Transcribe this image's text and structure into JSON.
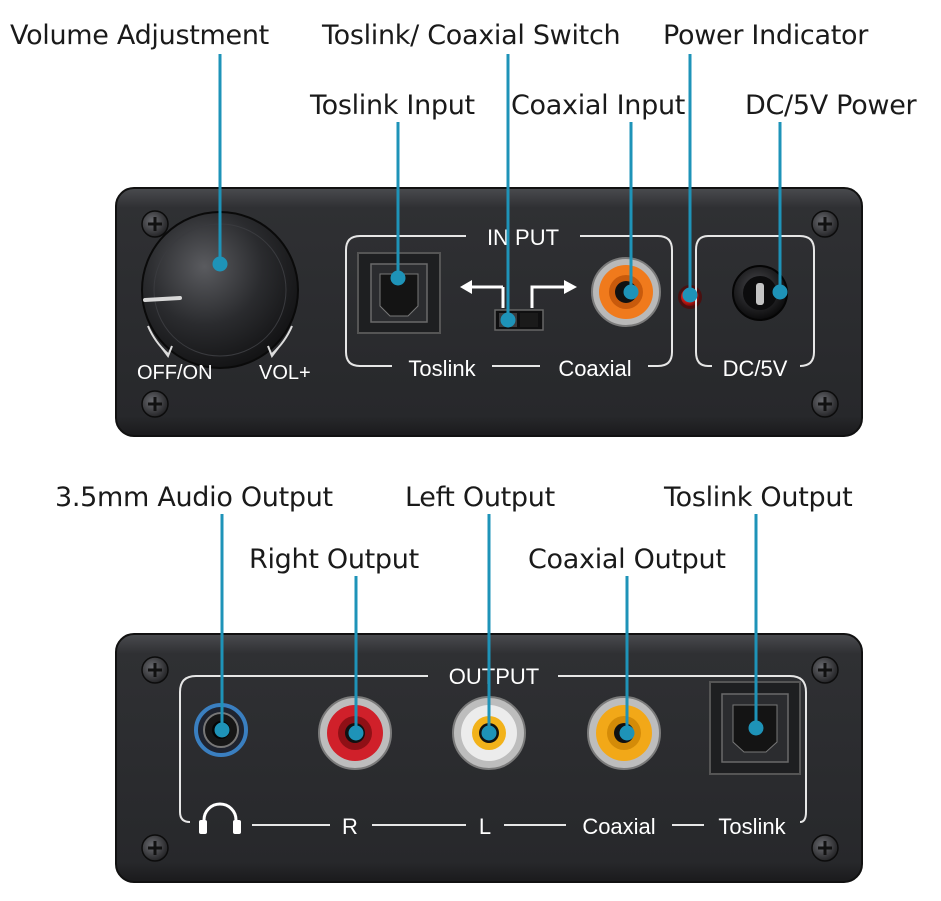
{
  "callouts": {
    "volume_adjustment": "Volume Adjustment",
    "toslink_coaxial_switch": "Toslink/ Coaxial Switch",
    "power_indicator": "Power Indicator",
    "toslink_input": "Toslink Input",
    "coaxial_input": "Coaxial Input",
    "dc_5v_power": "DC/5V Power",
    "audio_output_35mm": "3.5mm Audio Output",
    "left_output": "Left Output",
    "toslink_output": "Toslink Output",
    "right_output": "Right Output",
    "coaxial_output": "Coaxial Output"
  },
  "front_panel": {
    "input_heading": "IN PUT",
    "toslink_label": "Toslink",
    "coaxial_label": "Coaxial",
    "dc_label": "DC/5V",
    "off_on_label": "OFF/ON",
    "vol_label": "VOL+"
  },
  "rear_panel": {
    "output_heading": "OUTPUT",
    "r_label": "R",
    "l_label": "L",
    "coaxial_label": "Coaxial",
    "toslink_label": "Toslink"
  },
  "colors": {
    "leader_line": "#1e93b8",
    "panel": "#2c2d30",
    "right_jack": "#d0202a",
    "left_jack": "#e8e8e8",
    "coaxial_input_jack": "#f07a1c",
    "coaxial_output_jack": "#f2a818",
    "power_led": "#e0201c"
  }
}
